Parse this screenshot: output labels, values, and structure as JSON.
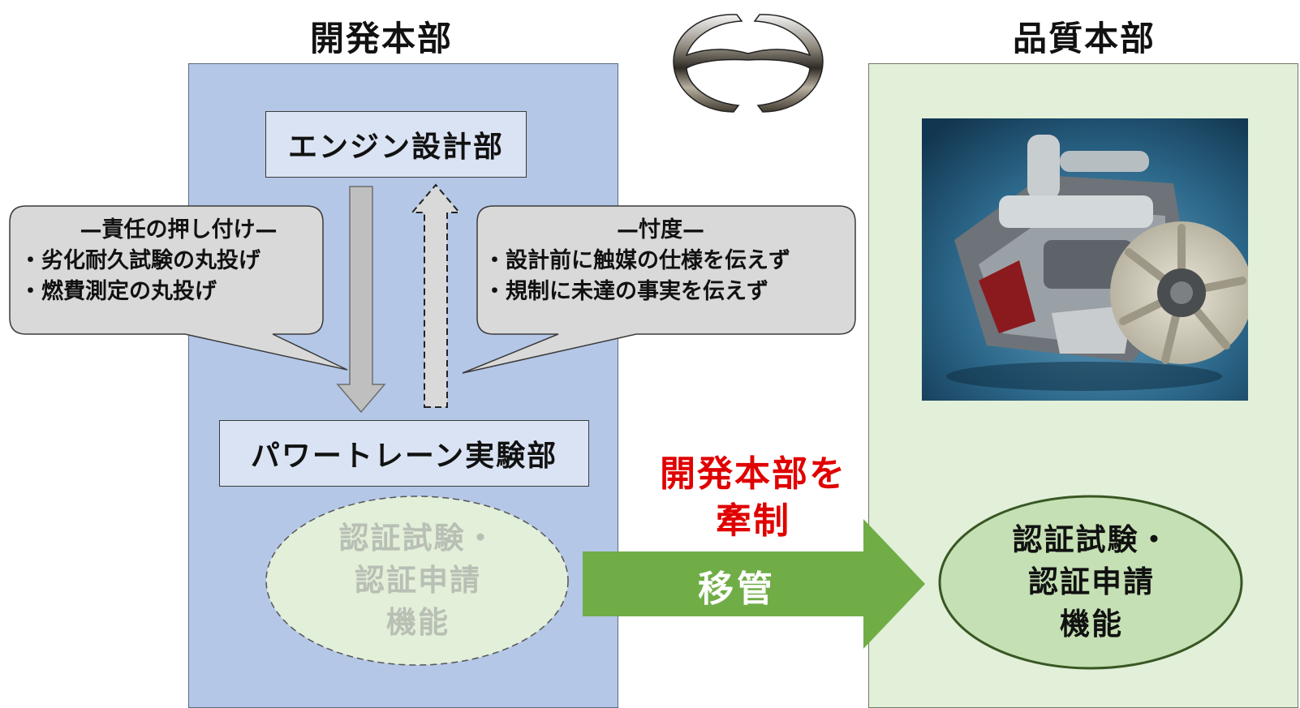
{
  "left_title": "開発本部",
  "right_title": "品質本部",
  "engine_design": "エンジン設計部",
  "powertrain": "パワートレーン実験部",
  "bubble_left": {
    "title": "—責任の押し付け—",
    "items": [
      "・劣化耐久試験の丸投げ",
      "・燃費測定の丸投げ"
    ]
  },
  "bubble_right": {
    "title": "—忖度—",
    "items": [
      "・設計前に触媒の仕様を伝えず",
      "・規制に未達の事実を伝えず"
    ]
  },
  "old_function": [
    "認証試験・",
    "認証申請",
    "機能"
  ],
  "new_function": [
    "認証試験・",
    "認証申請",
    "機能"
  ],
  "restraint": [
    "開発本部を",
    "牽制"
  ],
  "transfer": "移管",
  "icons": [
    "hino-logo-icon",
    "engine-photo"
  ],
  "colors": {
    "dev_panel": "#b4c7e7",
    "quality_panel": "#e2efd9",
    "arrow_green": "#70ad47",
    "restraint_red": "#e00000"
  }
}
